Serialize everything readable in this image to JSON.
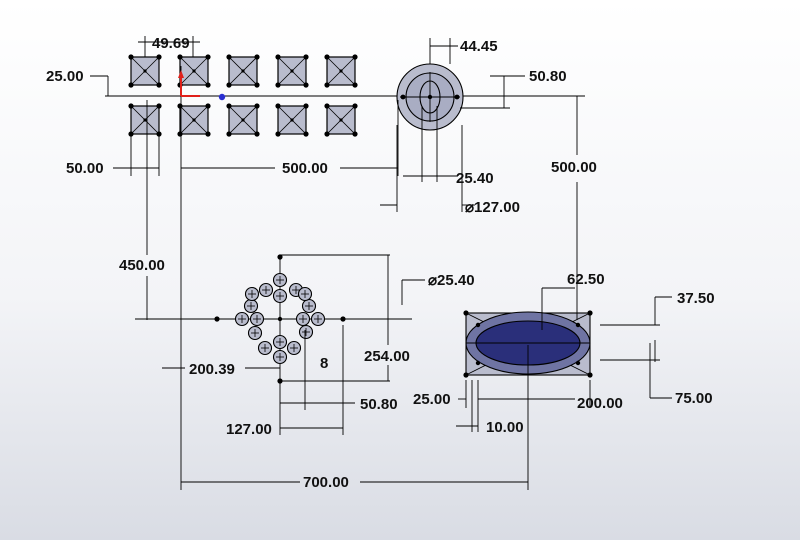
{
  "dimensions": {
    "pitch_top": "49.69",
    "square_offset": "25.00",
    "square_width": "50.00",
    "to_circle": "500.00",
    "circle_inner": "44.45",
    "circle_slot": "50.80",
    "circle_small": "25.40",
    "circle_dia": "127.00",
    "vertical_500": "500.00",
    "vertical_450": "450.00",
    "hole_dia": "25.40",
    "pattern_span": "254.00",
    "pattern_count": "8",
    "pattern_offset": "200.39",
    "pattern_step": "50.80",
    "pattern_radius": "127.00",
    "total_width": "700.00",
    "ellipse_minor": "62.50",
    "ellipse_offset": "37.50",
    "ellipse_height": "75.00",
    "rect_margin": "25.00",
    "rect_width": "200.00",
    "rect_gap": "10.00",
    "diameter_symbol": "⌀"
  },
  "colors": {
    "background_top": "#ffffff",
    "background_bottom": "#d9dce4",
    "sketch_fill": "#b9bccd",
    "ellipse_fill": "#2a2f7a",
    "origin_x": "#e0201a",
    "origin_y": "#2a2fd0"
  }
}
